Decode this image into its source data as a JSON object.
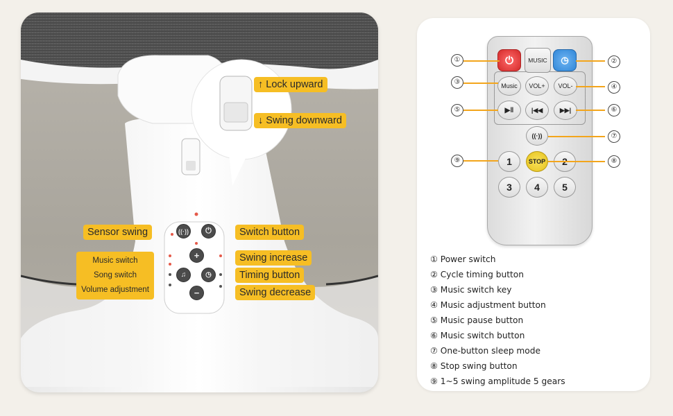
{
  "labels": {
    "lock_upward": "↑ Lock upward",
    "swing_downward": "↓ Swing downward",
    "sensor_swing": "Sensor swing",
    "switch_button": "Switch button",
    "swing_increase": "Swing increase",
    "timing_button": "Timing button",
    "swing_decrease": "Swing decrease",
    "music_switch": "Music switch",
    "song_switch": "Song switch",
    "volume_adjustment": "Volume adjustment"
  },
  "remote": {
    "music_top": "MUSIC",
    "music_btn": "Music",
    "vol_plus": "VOL+",
    "vol_minus": "VOL-",
    "stop": "STOP",
    "num_1": "1",
    "num_2": "2",
    "num_3": "3",
    "num_4": "4",
    "num_5": "5",
    "play_pause_glyph": "▶ǁ",
    "prev_glyph": "|◀◀",
    "next_glyph": "▶▶|",
    "sleep_glyph": "((·))"
  },
  "callouts": [
    "①",
    "②",
    "③",
    "④",
    "⑤",
    "⑥",
    "⑦",
    "⑧",
    "⑨"
  ],
  "legend": [
    "① Power switch",
    "② Cycle timing button",
    "③ Music switch key",
    "④ Music adjustment button",
    "⑤ Music pause button",
    "⑥ Music switch button",
    "⑦ One-button sleep mode",
    "⑧ Stop swing button",
    "⑨ 1~5 swing amplitude 5 gears"
  ],
  "colors": {
    "label_bg": "#f6be24",
    "power_red": "#e0373a",
    "timer_blue": "#2f86d8",
    "stop_yellow": "#f2d23a",
    "accent_line": "#f3a51b"
  },
  "icons": {
    "sensor": "sensor-wave-icon",
    "power": "power-icon",
    "plus": "plus-icon",
    "minus": "minus-icon",
    "music": "music-note-icon",
    "timer": "timer-icon"
  }
}
